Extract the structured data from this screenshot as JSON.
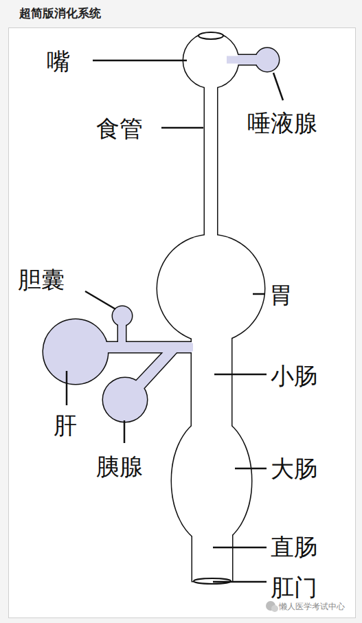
{
  "diagram": {
    "title": "超简版消化系统",
    "labels": [
      "嘴",
      "唾液腺",
      "食管",
      "胆囊",
      "胃",
      "小肠",
      "肝",
      "胰腺",
      "大肠",
      "直肠",
      "肛门",
      "懒人医学考试中心"
    ]
  }
}
